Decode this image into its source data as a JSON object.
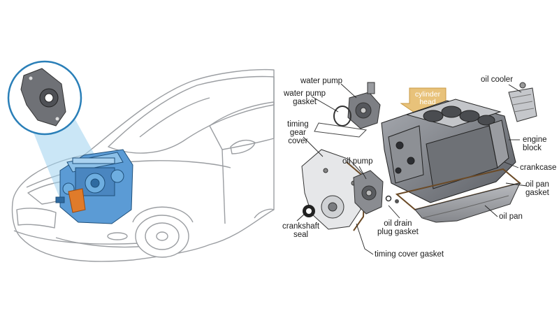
{
  "labels": {
    "water_pump": "water pump",
    "water_pump_gasket": "water pump\ngasket",
    "timing_gear_cover": "timing\ngear\ncover",
    "oil_pump": "oil pump",
    "crankshaft_seal": "crankshaft\nseal",
    "oil_drain_plug_gasket": "oil drain\nplug gasket",
    "timing_cover_gasket": "timing cover gasket",
    "oil_cooler": "oil cooler",
    "cylinder_head": "cylinder\nhead",
    "engine_block": "engine\nblock",
    "crankcase": "crankcase",
    "oil_pan_gasket": "oil pan\ngasket",
    "oil_pan": "oil pan"
  },
  "colors": {
    "engine_blue": "#5b9bd5",
    "gasket_orange": "#e07b2a",
    "cylinder_head_arrow": "#e8c27a",
    "callout_ring": "#2a7fb8",
    "callout_beam": "#9fd2ee",
    "part_gray": "#7d7f84"
  }
}
